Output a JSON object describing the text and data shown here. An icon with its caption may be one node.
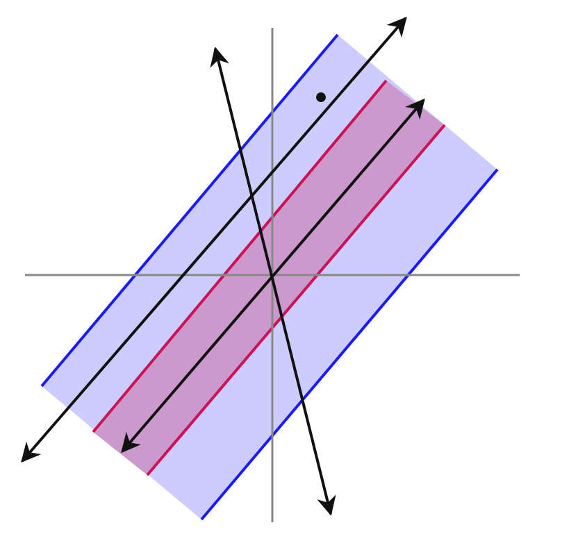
{
  "diagram": {
    "nodes": [
      {
        "text": [],
        "shape": "band"
      },
      {
        "text": [],
        "shape": "band",
        "in": 0
      },
      {
        "text": [],
        "shape": "circle",
        "in": 0
      }
    ]
  }
}
